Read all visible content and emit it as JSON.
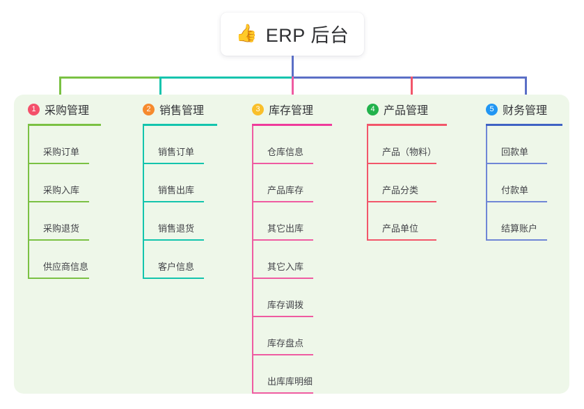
{
  "root": {
    "emoji": "👍",
    "emoji_name": "thumbs-up-icon",
    "title": "ERP 后台"
  },
  "palette": {
    "panel_bg": "#eef7e9",
    "page_bg": "#ffffff",
    "stem_blue": "#5b6fc6",
    "green": "#7ac143",
    "teal": "#13c4ad",
    "pink": "#ef5ba1",
    "red": "#f2566a",
    "blue": "#5b6fc6"
  },
  "columns": [
    {
      "number": "1",
      "title": "采购管理",
      "badge_color": "#f4506a",
      "rule_color": "#7ac143",
      "line_color": "#7ac143",
      "rule_width": 105,
      "item_rule_width": 88,
      "items": [
        "采购订单",
        "采购入库",
        "采购退货",
        "供应商信息"
      ]
    },
    {
      "number": "2",
      "title": "销售管理",
      "badge_color": "#f68a2e",
      "rule_color": "#13c4ad",
      "line_color": "#13c4ad",
      "rule_width": 107,
      "item_rule_width": 88,
      "items": [
        "销售订单",
        "销售出库",
        "销售退货",
        "客户信息"
      ]
    },
    {
      "number": "3",
      "title": "库存管理",
      "badge_color": "#f9bf2b",
      "rule_color": "#ef3b9b",
      "line_color": "#ef5ba1",
      "rule_width": 115,
      "item_rule_width": 88,
      "items": [
        "仓库信息",
        "产品库存",
        "其它出库",
        "其它入库",
        "库存调拨",
        "库存盘点",
        "出库库明细"
      ]
    },
    {
      "number": "4",
      "title": "产品管理",
      "badge_color": "#22b24c",
      "rule_color": "#f2566a",
      "line_color": "#f2566a",
      "rule_width": 115,
      "item_rule_width": 100,
      "items": [
        "产品（物料）",
        "产品分类",
        "产品单位"
      ]
    },
    {
      "number": "5",
      "title": "财务管理",
      "badge_color": "#2196f3",
      "rule_color": "#3f62c4",
      "line_color": "#6f86d6",
      "rule_width": 110,
      "item_rule_width": 88,
      "items": [
        "回款单",
        "付款单",
        "结算账户"
      ]
    }
  ]
}
